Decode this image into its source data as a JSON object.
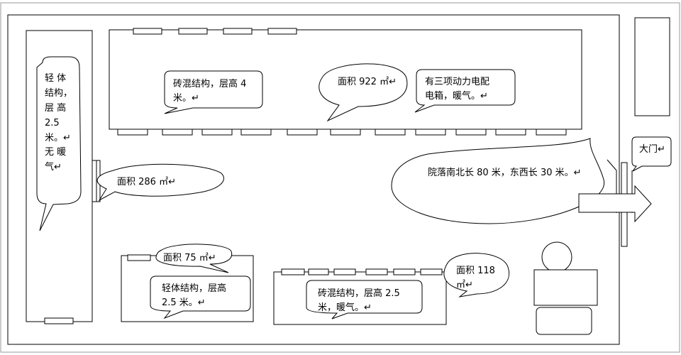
{
  "labels": {
    "light_building_note": [
      "轻 体",
      "结构，",
      "层 高",
      "2.5",
      "米。↵",
      "无 暖",
      "气↵"
    ],
    "west_area": "面积 286 ㎡↵",
    "north_structure": [
      "砖混结构，层高 4",
      "米。↵"
    ],
    "north_area": "面积 922 ㎡↵",
    "north_power": [
      "有三项动力电配",
      "电箱，暖气。↵"
    ],
    "courtyard_size": "院落南北长 80 米，东西长 30 米。↵",
    "gate": "大门↵",
    "sw_area": "面积 75 ㎡↵",
    "sw_structure": [
      "轻体结构，层高",
      "2.5 米。↵"
    ],
    "south_area": [
      "面积 118",
      "㎡↵"
    ],
    "south_structure": [
      "砖混结构，层高  2.5",
      "米，暖气。↵"
    ]
  },
  "colors": {
    "stroke": "#000000",
    "frame": "#9a9a9a",
    "fill": "#ffffff"
  }
}
